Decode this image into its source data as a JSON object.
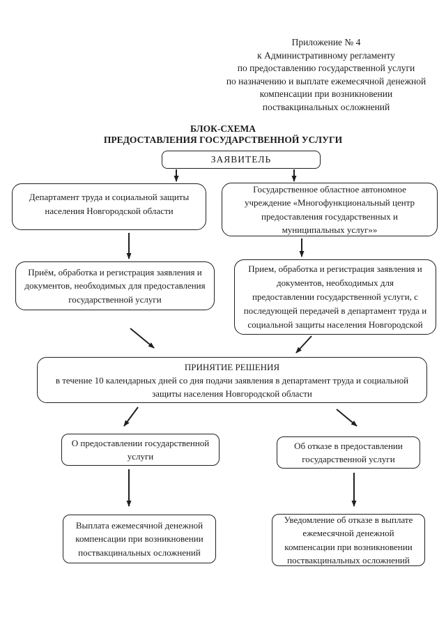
{
  "page": {
    "header_lines": [
      "Приложение № 4",
      "к Административному регламенту",
      "по предоставлению государственной услуги",
      "по назначению и выплате ежемесячной денежной",
      "компенсации при возникновении",
      "поствакцинальных осложнений"
    ],
    "title_line1": "БЛОК-СХЕМА",
    "title_line2": "ПРЕДОСТАВЛЕНИЯ ГОСУДАРСТВЕННОЙ УСЛУГИ"
  },
  "flowchart": {
    "applicant": "ЗАЯВИТЕЛЬ",
    "department": "Департамент труда и социальной защиты\nнаселения Новгородской области",
    "mfc": "Государственное областное автономное\nучреждение «Многофункциональный центр\nпредоставления государственных и\nмуниципальных услуг»»",
    "intake_department": "Приём, обработка и регистрация заявления и\nдокументов, необходимых для предоставления\nгосударственной услуги",
    "intake_mfc": "Прием, обработка и регистрация заявления и\nдокументов, необходимых для\nпредоставлении государственной услуги, с\nпоследующей передачей в департамент труда и\nсоциальной защиты населения Новгородской",
    "decision_title": "ПРИНЯТИЕ РЕШЕНИЯ",
    "decision_body": "в течение 10 календарных дней со дня подачи заявления в департамент труда и социальной\nзащиты населения Новгородской области",
    "grant": "О предоставлении государственной\nуслуги",
    "refuse": "Об отказе в предоставлении\nгосударственной услуги",
    "payment": "Выплата ежемесячной денежной\nкомпенсации при возникновении\nпоствакцинальных осложнений",
    "refusal_notice": "Уведомление об отказе в выплате\nежемесячной денежной\nкомпенсации при возникновении\nпоствакцинальных осложнений"
  },
  "colors": {
    "ink": "#1f1f1f",
    "paper": "#ffffff"
  }
}
